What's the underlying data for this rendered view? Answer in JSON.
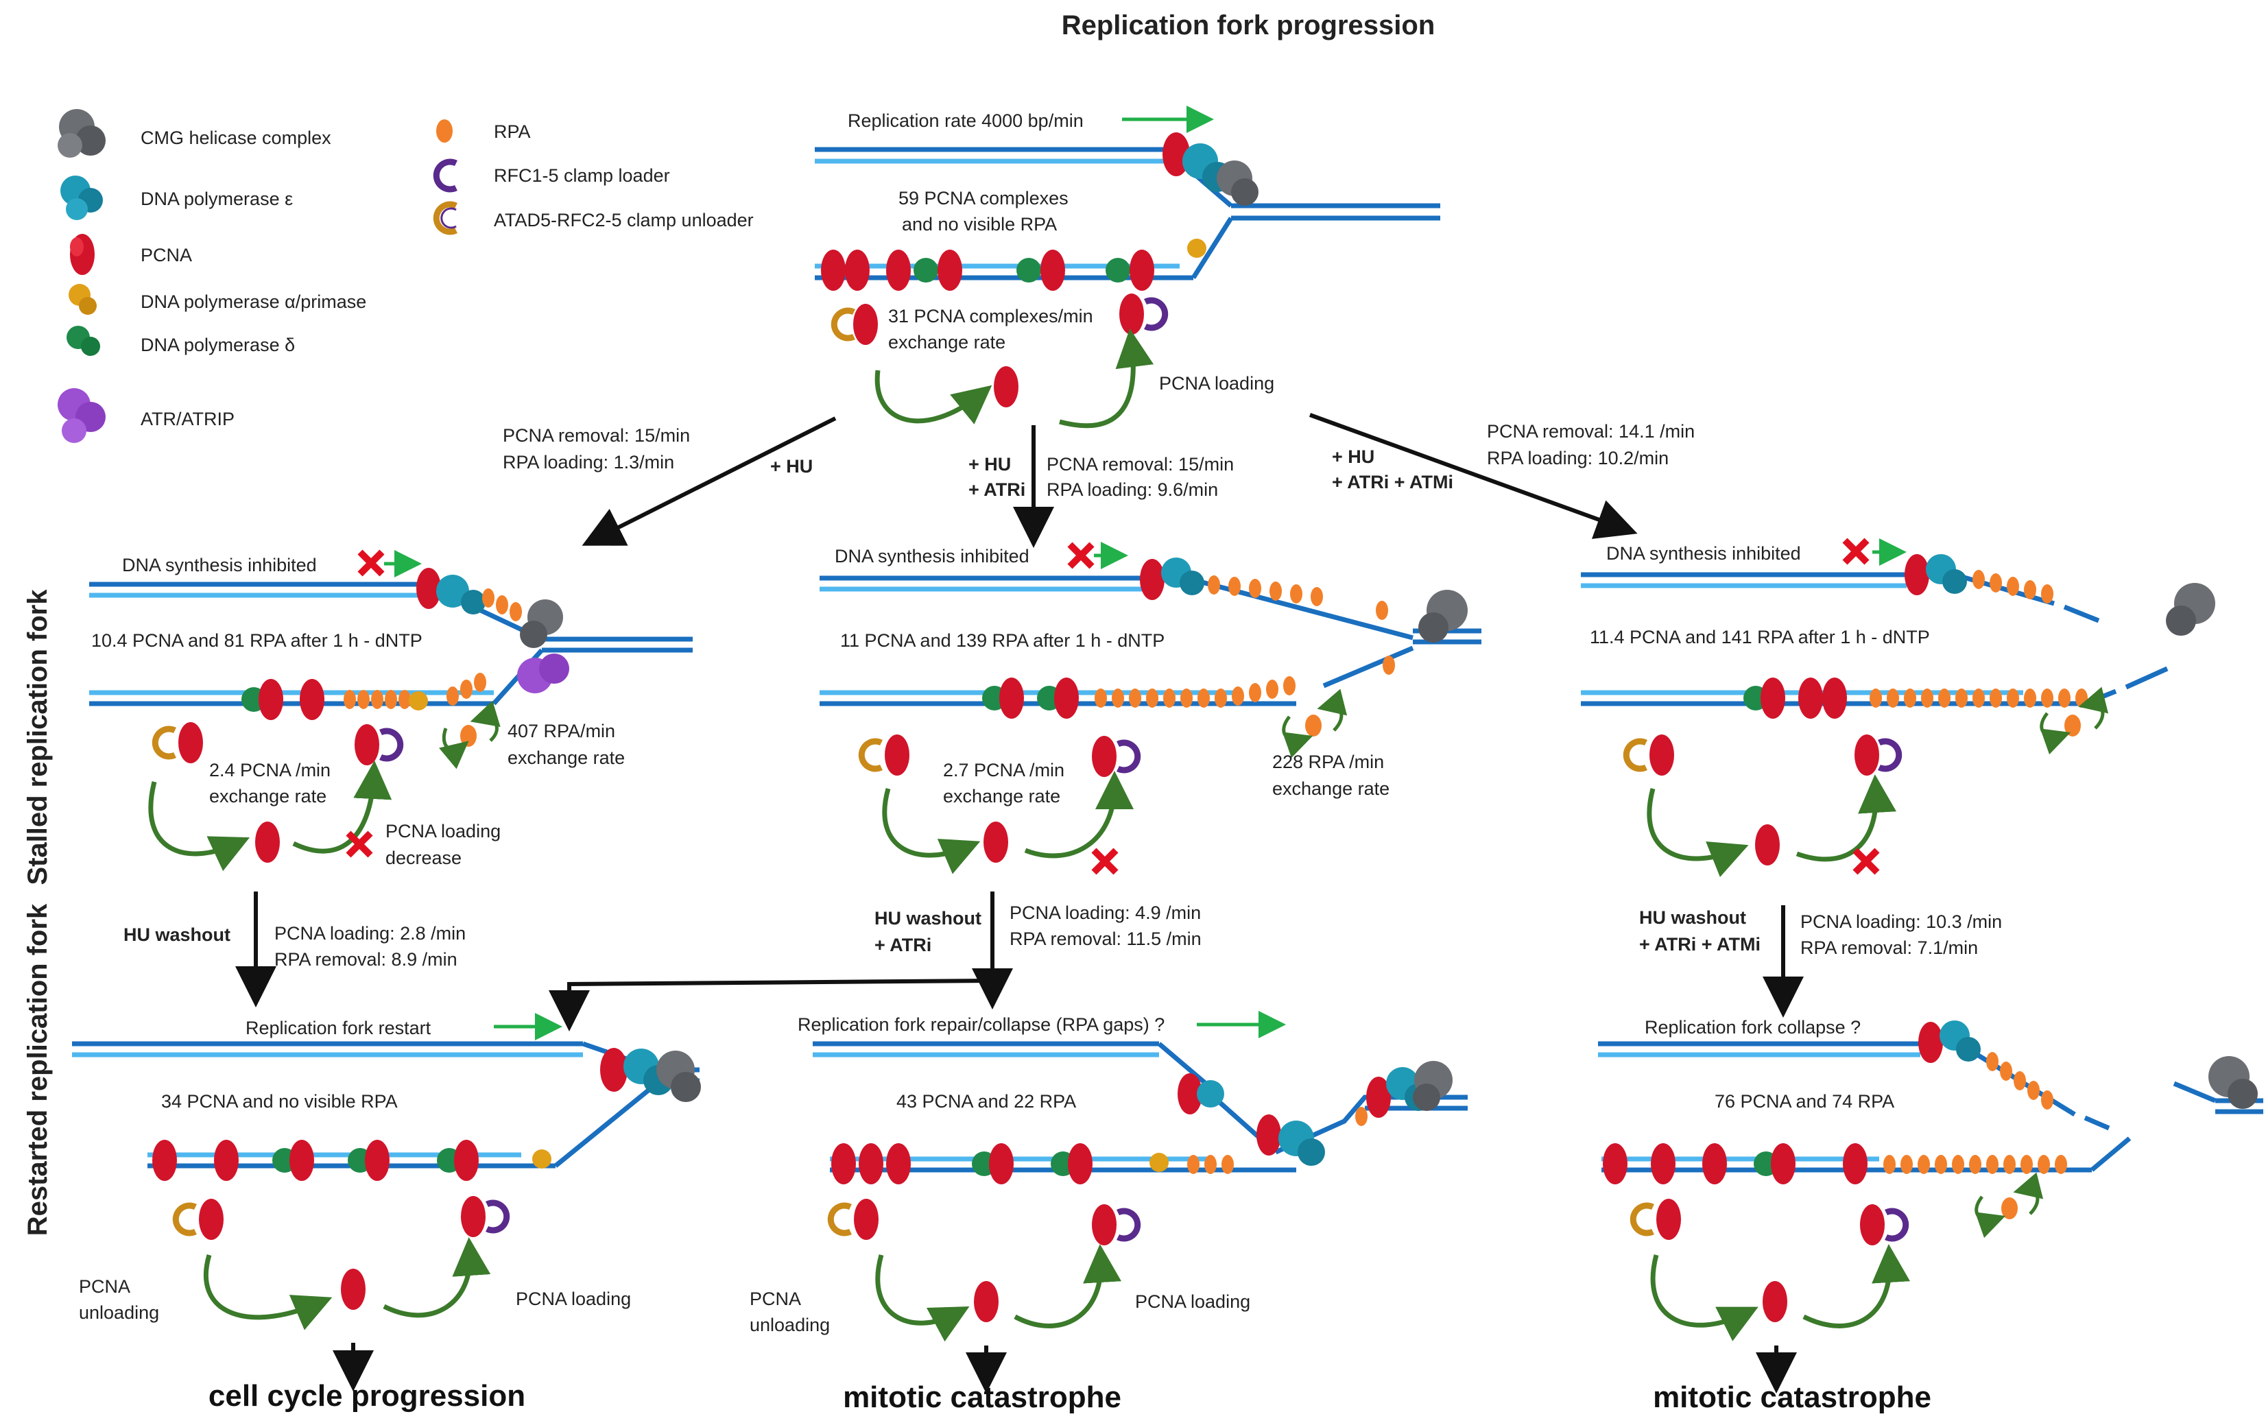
{
  "title": "Replication fork progression",
  "legend": [
    {
      "icon": "cmg-helicase-icon",
      "label": "CMG helicase complex",
      "color": "#6b6e72"
    },
    {
      "icon": "dna-polymerase-epsilon-icon",
      "label": "DNA polymerase ε",
      "color": "#1f9bb8"
    },
    {
      "icon": "pcna-icon",
      "label": "PCNA",
      "color": "#d1142a"
    },
    {
      "icon": "dna-polymerase-alpha-primase-icon",
      "label": "DNA polymerase α/primase",
      "color": "#e0a018"
    },
    {
      "icon": "dna-polymerase-delta-icon",
      "label": "DNA polymerase δ",
      "color": "#1f8a4a"
    },
    {
      "icon": "atr-atrip-icon",
      "label": "ATR/ATRIP",
      "color": "#9b4fd1"
    },
    {
      "icon": "rpa-icon",
      "label": "RPA",
      "color": "#f2802a"
    },
    {
      "icon": "rfc-clamp-loader-icon",
      "label": "RFC1-5 clamp loader",
      "color": "#5a2a8c"
    },
    {
      "icon": "atad5-clamp-unloader-icon",
      "label": "ATAD5-RFC2-5 clamp unloader",
      "color": "#c98a1a"
    }
  ],
  "side_labels": {
    "stalled": "Stalled replication fork",
    "restarted": "Restarted replication fork"
  },
  "top": {
    "rate": "Replication rate 4000 bp/min",
    "pcna_count_1": "59 PCNA complexes",
    "pcna_count_2": "and no visible RPA",
    "exchange_1": "31 PCNA complexes/min",
    "exchange_2": "exchange rate",
    "pcna_loading": "PCNA loading"
  },
  "transitions": {
    "left": {
      "line1": "PCNA removal: 15/min",
      "line2": "RPA loading: 1.3/min",
      "cond": "+ HU"
    },
    "middle": {
      "line1": "PCNA removal: 15/min",
      "line2": "RPA loading: 9.6/min",
      "cond1": "+ HU",
      "cond2": "+ ATRi"
    },
    "right": {
      "line1": "PCNA removal: 14.1 /min",
      "line2": "RPA loading: 10.2/min",
      "cond1": "+ HU",
      "cond2": "+ ATRi + ATMi"
    }
  },
  "stalled": {
    "left": {
      "inhibited": "DNA synthesis inhibited",
      "counts": "10.4 PCNA and 81 RPA after 1 h - dNTP",
      "rpa_ex_1": "407 RPA/min",
      "rpa_ex_2": "exchange rate",
      "pcna_ex_1": "2.4 PCNA /min",
      "pcna_ex_2": "exchange rate",
      "load_1": "PCNA loading",
      "load_2": "decrease"
    },
    "middle": {
      "inhibited": "DNA synthesis inhibited",
      "counts": "11 PCNA and 139 RPA after 1 h - dNTP",
      "rpa_ex_1": "228 RPA /min",
      "rpa_ex_2": "exchange rate",
      "pcna_ex_1": "2.7 PCNA /min",
      "pcna_ex_2": "exchange rate"
    },
    "right": {
      "inhibited": "DNA synthesis inhibited",
      "counts": "11.4 PCNA and 141 RPA after 1 h - dNTP"
    }
  },
  "washout": {
    "left": {
      "cond": "HU washout",
      "line1": "PCNA loading: 2.8 /min",
      "line2": "RPA removal: 8.9 /min"
    },
    "middle": {
      "cond1": "HU washout",
      "cond2": "+ ATRi",
      "line1": "PCNA loading: 4.9 /min",
      "line2": "RPA removal: 11.5 /min"
    },
    "right": {
      "cond1": "HU washout",
      "cond2": "+ ATRi + ATMi",
      "line1": "PCNA loading: 10.3 /min",
      "line2": "RPA removal: 7.1/min"
    }
  },
  "restarted": {
    "left": {
      "status": "Replication fork restart",
      "counts": "34 PCNA and no visible RPA",
      "unload_1": "PCNA",
      "unload_2": "unloading",
      "load": "PCNA loading",
      "outcome": "cell cycle progression"
    },
    "middle": {
      "status": "Replication fork repair/collapse (RPA gaps) ?",
      "counts": "43 PCNA and  22 RPA",
      "unload_1": "PCNA",
      "unload_2": "unloading",
      "load": "PCNA loading",
      "outcome": "mitotic catastrophe"
    },
    "right": {
      "status": "Replication fork collapse ?",
      "counts": "76 PCNA and 74 RPA",
      "outcome": "mitotic catastrophe"
    }
  }
}
